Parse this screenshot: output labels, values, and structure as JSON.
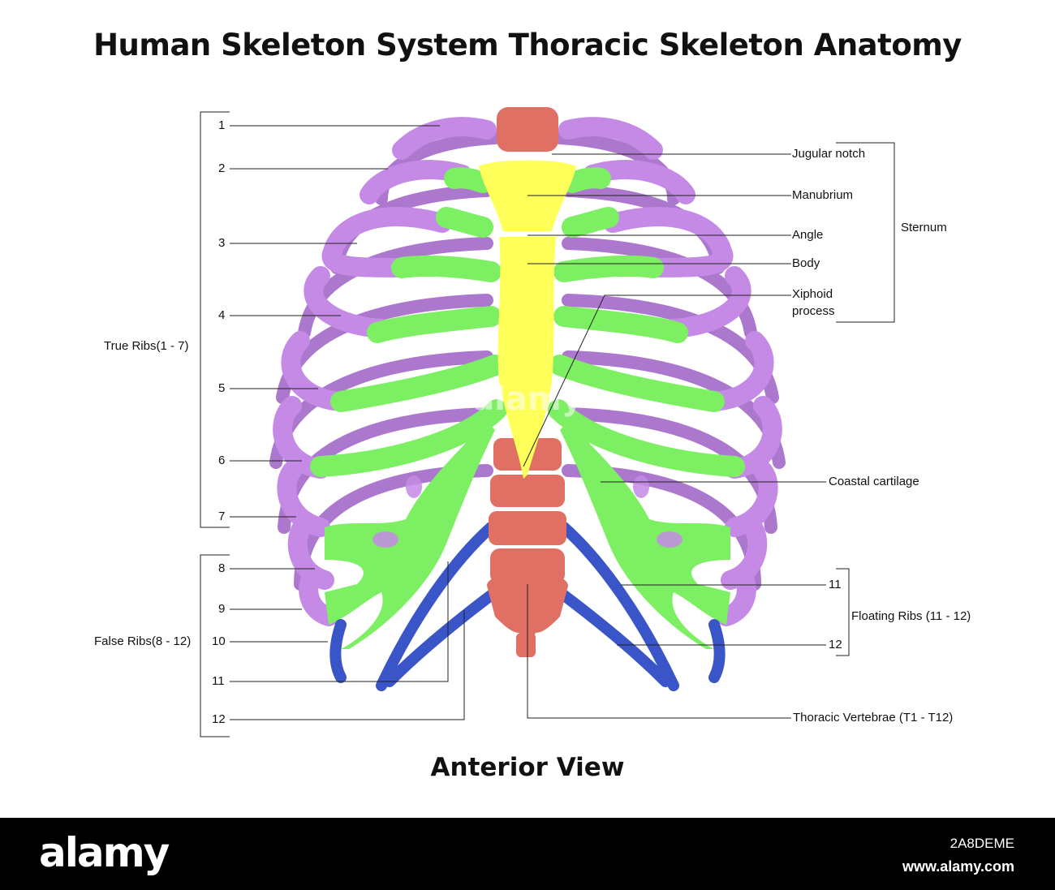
{
  "title": "Human Skeleton System Thoracic Skeleton Anatomy",
  "view_caption": "Anterior View",
  "left_numbers": [
    "1",
    "2",
    "3",
    "4",
    "5",
    "6",
    "7",
    "8",
    "9",
    "10",
    "11",
    "12"
  ],
  "groups": {
    "true_ribs": "True Ribs(1 - 7)",
    "false_ribs": "False Ribs(8 - 12)",
    "sternum": "Sternum",
    "floating_ribs": "Floating Ribs (11 - 12)"
  },
  "sternum_parts": {
    "jugular_notch": "Jugular notch",
    "manubrium": "Manubrium",
    "angle": "Angle",
    "body": "Body",
    "xiphoid_process_line1": "Xiphoid",
    "xiphoid_process_line2": "process"
  },
  "coastal_cartilage": "Coastal cartilage",
  "floating_numbers": [
    "11",
    "12"
  ],
  "thoracic_vertebrae": "Thoracic Vertebrae (T1 - T12)",
  "watermark": "alamy",
  "footer": {
    "logo": "alamy",
    "image_id": "2A8DEME",
    "url": "www.alamy.com"
  },
  "colors": {
    "rib": "#c48ae6",
    "rib_dark": "#a46ac9",
    "cartilage": "#7def63",
    "sternum": "#ffff5a",
    "vertebrae": "#e07064",
    "floating_rib": "#3a55c8",
    "leader": "#222222"
  }
}
